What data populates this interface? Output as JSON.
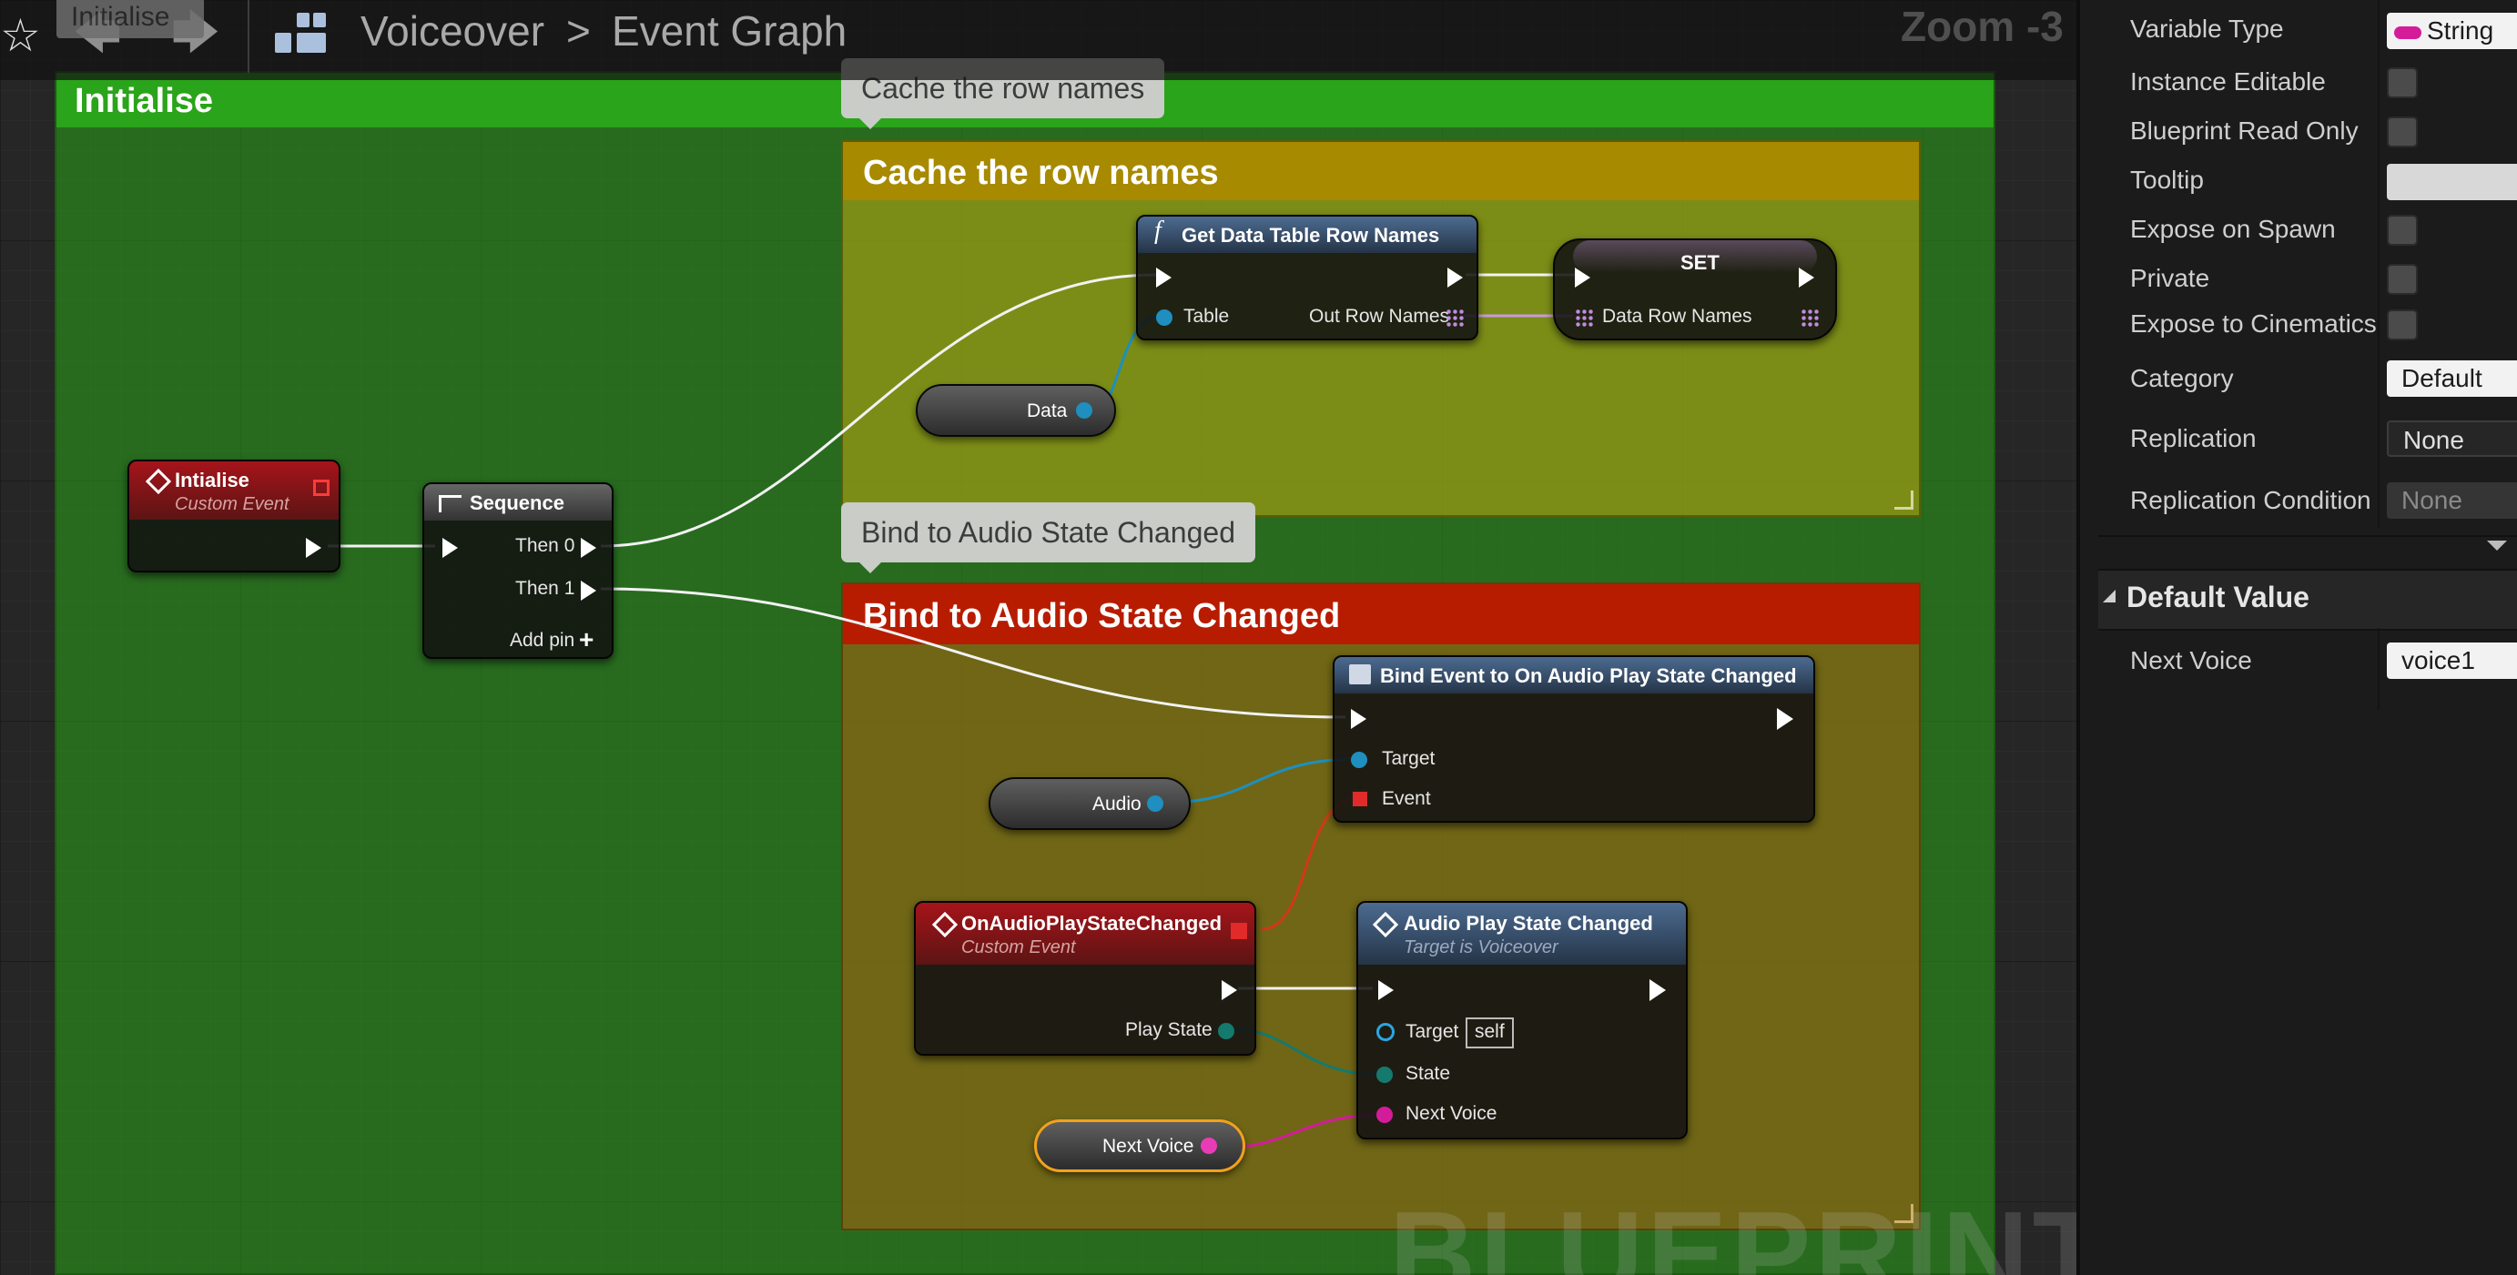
{
  "toolbar": {
    "tooltip": "Initialise",
    "breadcrumb_root": "Voiceover",
    "breadcrumb_separator": ">",
    "breadcrumb_current": "Event Graph",
    "zoom": "Zoom -3"
  },
  "comments": {
    "initialise": {
      "title": "Initialise",
      "color": "#2aa41a"
    },
    "cache": {
      "title": "Cache the row names",
      "bubble": "Cache the row names",
      "color": "#a78a00"
    },
    "bind": {
      "title": "Bind to Audio State Changed",
      "bubble": "Bind to Audio State Changed",
      "color": "#b71c00"
    }
  },
  "nodes": {
    "initialise_event": {
      "title": "Intialise",
      "subtitle": "Custom Event"
    },
    "sequence": {
      "title": "Sequence",
      "pins": [
        "Then 0",
        "Then 1"
      ],
      "add_pin": "Add pin"
    },
    "get_row_names": {
      "title": "Get Data Table Row Names",
      "in_pin": "Table",
      "out_pin": "Out Row Names"
    },
    "set": {
      "title": "SET",
      "pin": "Data Row Names"
    },
    "data_var": {
      "label": "Data"
    },
    "bind_event": {
      "title": "Bind Event to On Audio Play State Changed",
      "pins": [
        "Target",
        "Event"
      ]
    },
    "audio_var": {
      "label": "Audio"
    },
    "on_audio_event": {
      "title": "OnAudioPlayStateChanged",
      "subtitle": "Custom Event",
      "pin": "Play State"
    },
    "audio_changed": {
      "title": "Audio Play State Changed",
      "subtitle": "Target is Voiceover",
      "pins": [
        "Target",
        "State",
        "Next Voice"
      ],
      "self": "self"
    },
    "next_voice_var": {
      "label": "Next Voice"
    }
  },
  "watermark": "BLUEPRINT",
  "details": {
    "rows": [
      {
        "label": "Variable Type",
        "value": "String",
        "kind": "type"
      },
      {
        "label": "Instance Editable",
        "kind": "checkbox"
      },
      {
        "label": "Blueprint Read Only",
        "kind": "checkbox"
      },
      {
        "label": "Tooltip",
        "value": "",
        "kind": "text"
      },
      {
        "label": "Expose on Spawn",
        "kind": "checkbox"
      },
      {
        "label": "Private",
        "kind": "checkbox"
      },
      {
        "label": "Expose to Cinematics",
        "kind": "checkbox"
      },
      {
        "label": "Category",
        "value": "Default",
        "kind": "dropdown"
      },
      {
        "label": "Replication",
        "value": "None",
        "kind": "dropdown"
      },
      {
        "label": "Replication Condition",
        "value": "None",
        "kind": "dropdown-disabled"
      }
    ],
    "default_value_section": "Default Value",
    "next_voice_label": "Next Voice",
    "next_voice_value": "voice1"
  }
}
